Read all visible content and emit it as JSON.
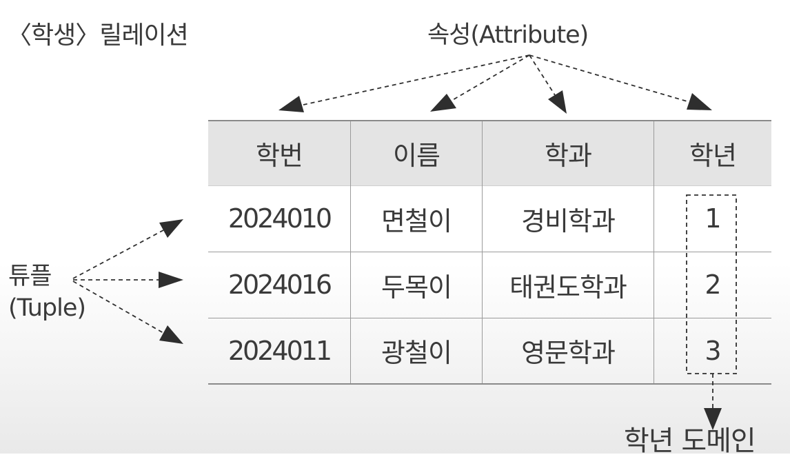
{
  "relation_title": "〈학생〉릴레이션",
  "attribute_label": "속성(Attribute)",
  "tuple_label": {
    "korean": "튜플",
    "english": "(Tuple)"
  },
  "domain_label": "학년 도메인",
  "table": {
    "columns": [
      "학번",
      "이름",
      "학과",
      "학년"
    ],
    "rows": [
      [
        "2024010",
        "면철이",
        "경비학과",
        "1"
      ],
      [
        "2024016",
        "두목이",
        "태권도학과",
        "2"
      ],
      [
        "2024011",
        "광철이",
        "영문학과",
        "3"
      ]
    ]
  },
  "colors": {
    "text": "#3a3a3a",
    "header_background": "#e4e4e4",
    "grid_line": "#9a9a9a",
    "arrow": "#2e2e2e"
  }
}
